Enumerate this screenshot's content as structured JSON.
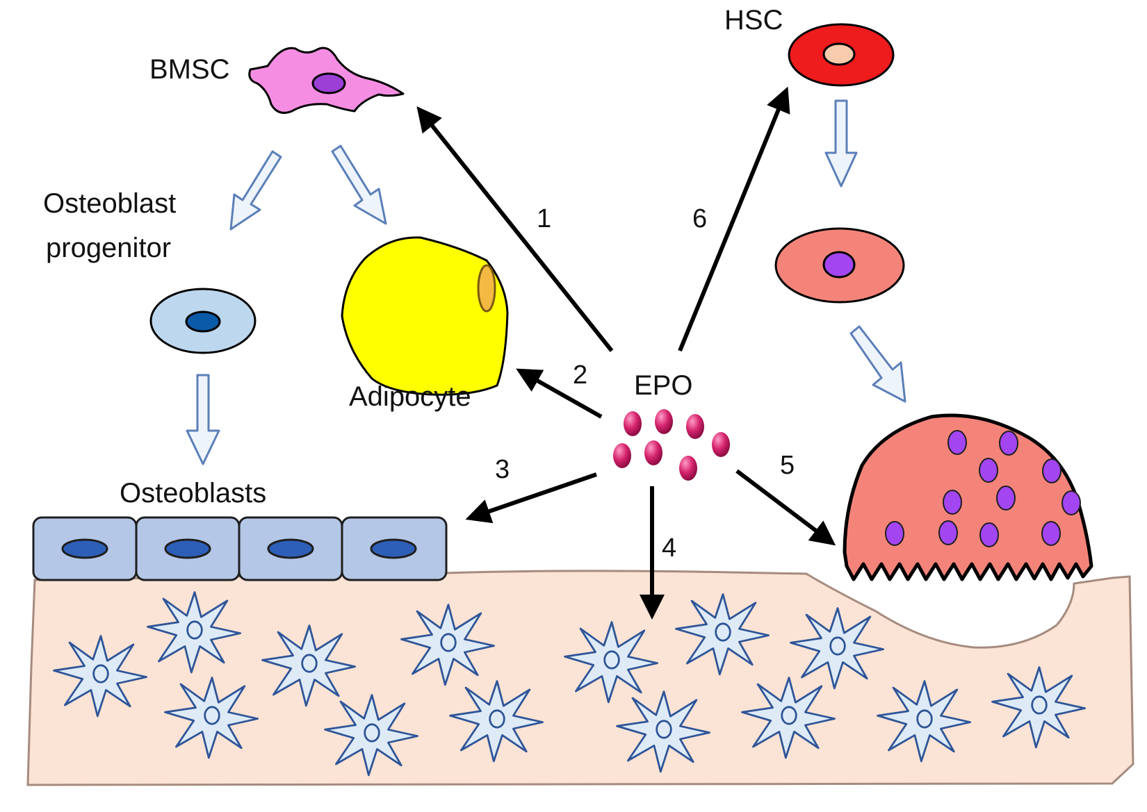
{
  "labels": {
    "bmsc": "BMSC",
    "hsc": "HSC",
    "osteoblast_progenitor_line1": "Osteoblast",
    "osteoblast_progenitor_line2": "progenitor",
    "adipocyte": "Adipocyte",
    "osteoblasts": "Osteoblasts",
    "epo": "EPO"
  },
  "pathways": [
    {
      "number": "1"
    },
    {
      "number": "2"
    },
    {
      "number": "3"
    },
    {
      "number": "4"
    },
    {
      "number": "5"
    },
    {
      "number": "6"
    }
  ],
  "colors": {
    "bone": "#fbe3d6",
    "bone_outline": "#a58b7e",
    "osteocyte_fill": "#deebf7",
    "osteocyte_stroke": "#2f5597",
    "osteoblast_fill": "#b4c7e7",
    "osteoblast_nucleus": "#2e5fb8",
    "progenitor_fill": "#bdd7ee",
    "adipocyte_fill": "#ffff00",
    "adipocyte_nucleus": "#f4b942",
    "bmsc_fill": "#f58ee2",
    "bmsc_nucleus": "#9b3fd6",
    "hsc_fill": "#ee1c1c",
    "hsc_nucleus": "#f8cbad",
    "precursor_fill": "#f4847a",
    "osteoclast_fill": "#f4847a",
    "osteoclast_nucleus": "#a345f0",
    "epo_particle": "#d6246e",
    "hollow_arrow_fill": "#eef4fb",
    "hollow_arrow_stroke": "#5b7fb8",
    "arrow": "#000000"
  }
}
